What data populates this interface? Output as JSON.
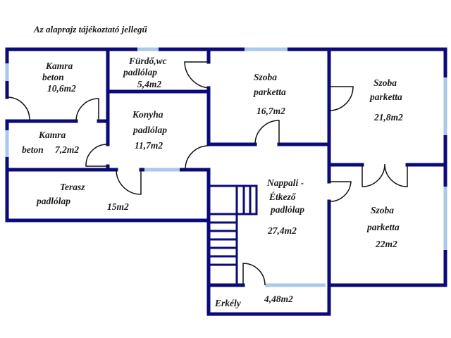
{
  "caption": "Az alaprajz tájékoztató jellegű",
  "colors": {
    "wall": "#0a0a78",
    "window": "#a9c8ea",
    "door": "#111111",
    "text": "#1c1c1c",
    "background": "#ffffff"
  },
  "rooms": [
    {
      "id": "kamra-1",
      "lines": [
        "Kamra",
        "beton",
        "10,6m2"
      ]
    },
    {
      "id": "furdo",
      "lines": [
        "Fürdő,wc",
        "padlólap",
        "5,4m2"
      ]
    },
    {
      "id": "szoba-1",
      "lines": [
        "Szoba",
        "parketta",
        "16,7m2"
      ]
    },
    {
      "id": "szoba-2",
      "lines": [
        "Szoba",
        "parketta",
        "21,8m2"
      ]
    },
    {
      "id": "kamra-2",
      "lines": [
        "Kamra",
        "beton",
        "7,2m2"
      ]
    },
    {
      "id": "konyha",
      "lines": [
        "Konyha",
        "padlólap",
        "11,7m2"
      ]
    },
    {
      "id": "terasz",
      "lines": [
        "Terasz",
        "padlólap",
        "15m2"
      ]
    },
    {
      "id": "nappali",
      "lines": [
        "Nappali -",
        "Étkező",
        "padlólap",
        "27,4m2"
      ]
    },
    {
      "id": "szoba-3",
      "lines": [
        "Szoba",
        "parketta",
        "22m2"
      ]
    },
    {
      "id": "erkely",
      "lines": [
        "Erkély",
        "4,48m2"
      ]
    }
  ]
}
